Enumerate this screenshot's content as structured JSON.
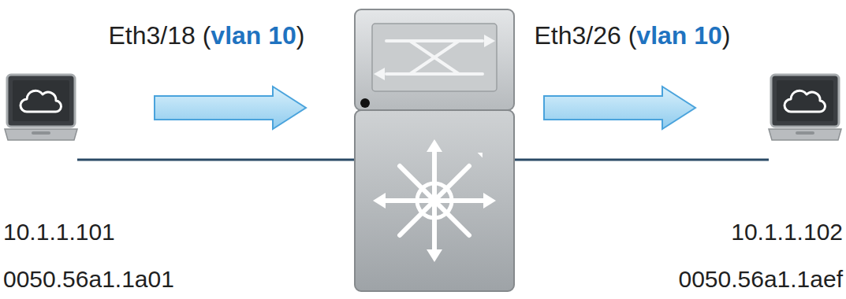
{
  "diagram": {
    "nodes": [
      {
        "text": [
          "10.1.1.101",
          "0050.56a1.1a01"
        ]
      },
      {
        "text": [
          "10.1.1.102",
          "0050.56a1.1aef"
        ]
      }
    ],
    "edges": [
      {
        "from": 0,
        "to": 1,
        "arrow": "none"
      }
    ],
    "labels": [
      "Eth3/18 (vlan 10)",
      "Eth3/26 (vlan 10)"
    ]
  }
}
